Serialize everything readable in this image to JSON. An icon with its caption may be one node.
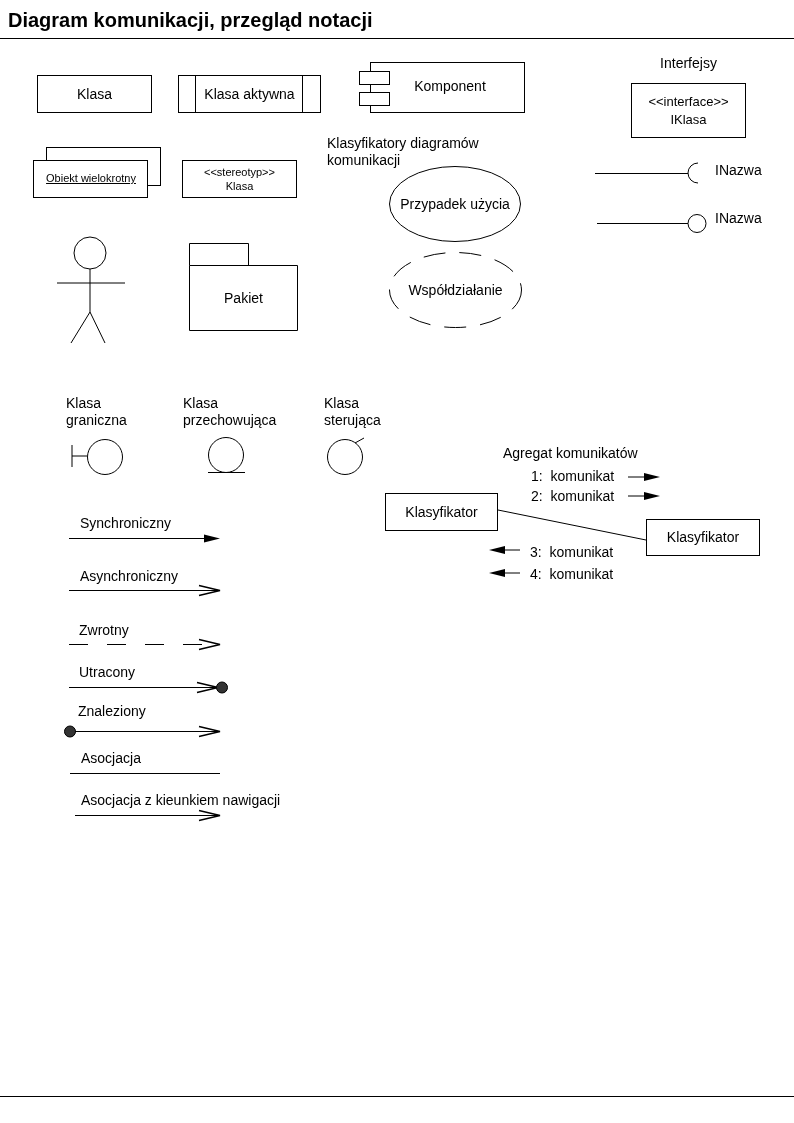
{
  "diagram": {
    "title": "Diagram komunikacji, przegląd notacji",
    "nodes": [
      {
        "text": [
          "Klasa"
        ]
      },
      {
        "text": [
          "Klasa aktywna"
        ]
      },
      {
        "text": [
          "Komponent"
        ]
      },
      {
        "text": [
          "Interfejsy",
          "<<interface>> IKlasa"
        ]
      },
      {
        "text": [
          "Obiekt wielokrotny"
        ]
      },
      {
        "text": [
          "<<stereotyp>> Klasa"
        ]
      },
      {
        "text": [
          "Przypadek użycia"
        ]
      },
      {
        "text": [],
        "shape": "person"
      },
      {
        "text": [
          "Pakiet"
        ]
      },
      {
        "text": [
          "Współdziałanie"
        ]
      },
      {
        "text": [
          "Klasa graniczna"
        ]
      },
      {
        "text": [
          "Klasa przechowująca"
        ]
      },
      {
        "text": [
          "Klasa sterująca"
        ]
      },
      {
        "text": [
          "Klasyfikator"
        ]
      },
      {
        "text": [
          "Klasyfikator"
        ]
      }
    ],
    "edges": [
      {
        "from": 13,
        "to": 14,
        "arrow": "none"
      }
    ],
    "labels": [
      "Klasyfikatory diagramów komunikacji",
      "INazwa",
      "INazwa",
      "Agregat komunikatów",
      "1:  komunikat",
      "2:  komunikat",
      "3:  komunikat",
      "4:  komunikat",
      "Synchroniczny",
      "Asynchroniczny",
      "Zwrotny",
      "Utracony",
      "Znaleziony",
      "Asocjacja",
      "Asocjacja z kieunkiem nawigacji"
    ]
  }
}
